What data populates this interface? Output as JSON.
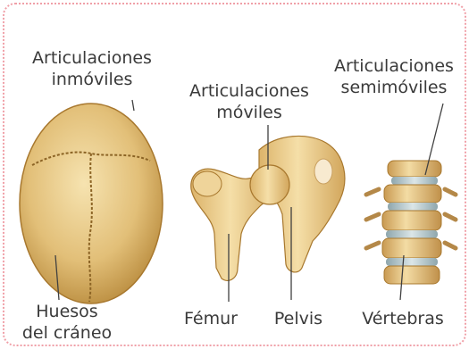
{
  "labels": {
    "skull_joints": [
      "Articulaciones",
      "inmóviles"
    ],
    "hip_joints": [
      "Articulaciones",
      "móviles"
    ],
    "spine_joints": [
      "Articulaciones",
      "semimóviles"
    ],
    "skull_bones": [
      "Huesos",
      "del cráneo"
    ],
    "femur": "Fémur",
    "pelvis": "Pelvis",
    "vertebrae": "Vértebras"
  },
  "colors": {
    "border": "#f0a0a8",
    "bone_light": "#f1d9a0",
    "bone_mid": "#dcb36a",
    "bone_dark": "#a8782e",
    "disc": "#b8c8cc",
    "text": "#3a3a3a",
    "leader": "#404040"
  }
}
